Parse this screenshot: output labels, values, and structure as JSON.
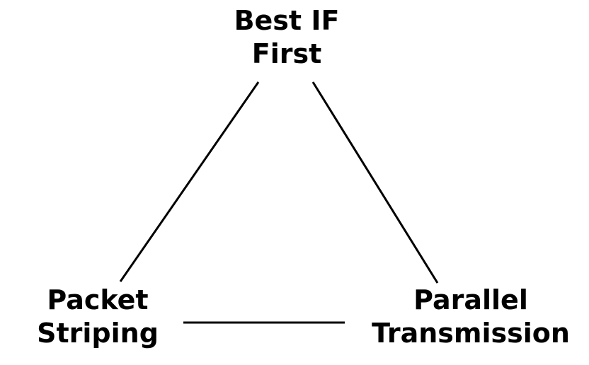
{
  "diagram": {
    "type": "triangle-relationship-diagram",
    "colors": {
      "background": "#ffffff",
      "line": "#000000",
      "text": "#000000"
    },
    "nodes": {
      "top": {
        "label": "Best IF\nFirst"
      },
      "bottom_left": {
        "label": "Packet\nStriping"
      },
      "bottom_right": {
        "label": "Parallel\nTransmission"
      }
    },
    "edges": [
      {
        "from": "top",
        "to": "bottom_left"
      },
      {
        "from": "top",
        "to": "bottom_right"
      },
      {
        "from": "bottom_left",
        "to": "bottom_right"
      }
    ]
  }
}
